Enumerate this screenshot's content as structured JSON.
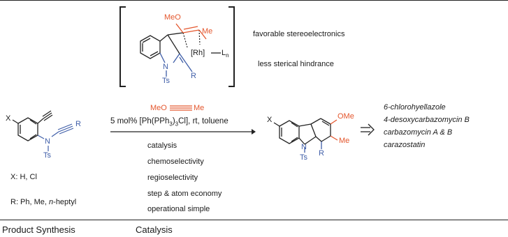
{
  "intermediate": {
    "ome_label": "MeO",
    "me_label": "Me",
    "rh_label": "[Rh]",
    "ligand_label": "L",
    "ligand_sub": "n",
    "n_label": "N",
    "ts_label": "Ts",
    "r_label": "R"
  },
  "notes": {
    "note1": "favorable stereoelectronics",
    "note2": "less sterical hindrance"
  },
  "reagent": {
    "meo": "MeO",
    "me": "Me",
    "catalyst_prefix": "5 mol% [Ph(PPh",
    "catalyst_sub": "3",
    "catalyst_mid": ")",
    "catalyst_sub2": "3",
    "catalyst_suffix": "Cl], rt, toluene"
  },
  "features": [
    "catalysis",
    "chemoselectivity",
    "regioselectivity",
    "step & atom economy",
    "operational simple"
  ],
  "substrate": {
    "x_label": "X",
    "n_label": "N",
    "ts_label": "Ts",
    "r_label": "R",
    "x_values": "X: H, Cl",
    "r_values_prefix": "R: Ph, Me, ",
    "r_values_italic": "n",
    "r_values_suffix": "-heptyl"
  },
  "product": {
    "x_label": "X",
    "ome_label": "OMe",
    "me_label": "Me",
    "n_label": "N",
    "ts_label": "Ts",
    "r_label": "R"
  },
  "targets": [
    "6-chlorohyellazole",
    "4-desoxycarbazomycin B",
    "carbazomycin A & B",
    "carazostatin"
  ],
  "footer": {
    "left": "Product Synthesis",
    "right": "Catalysis"
  },
  "colors": {
    "orange": "#e4572e",
    "blue": "#3f5ea8",
    "black": "#222222"
  }
}
